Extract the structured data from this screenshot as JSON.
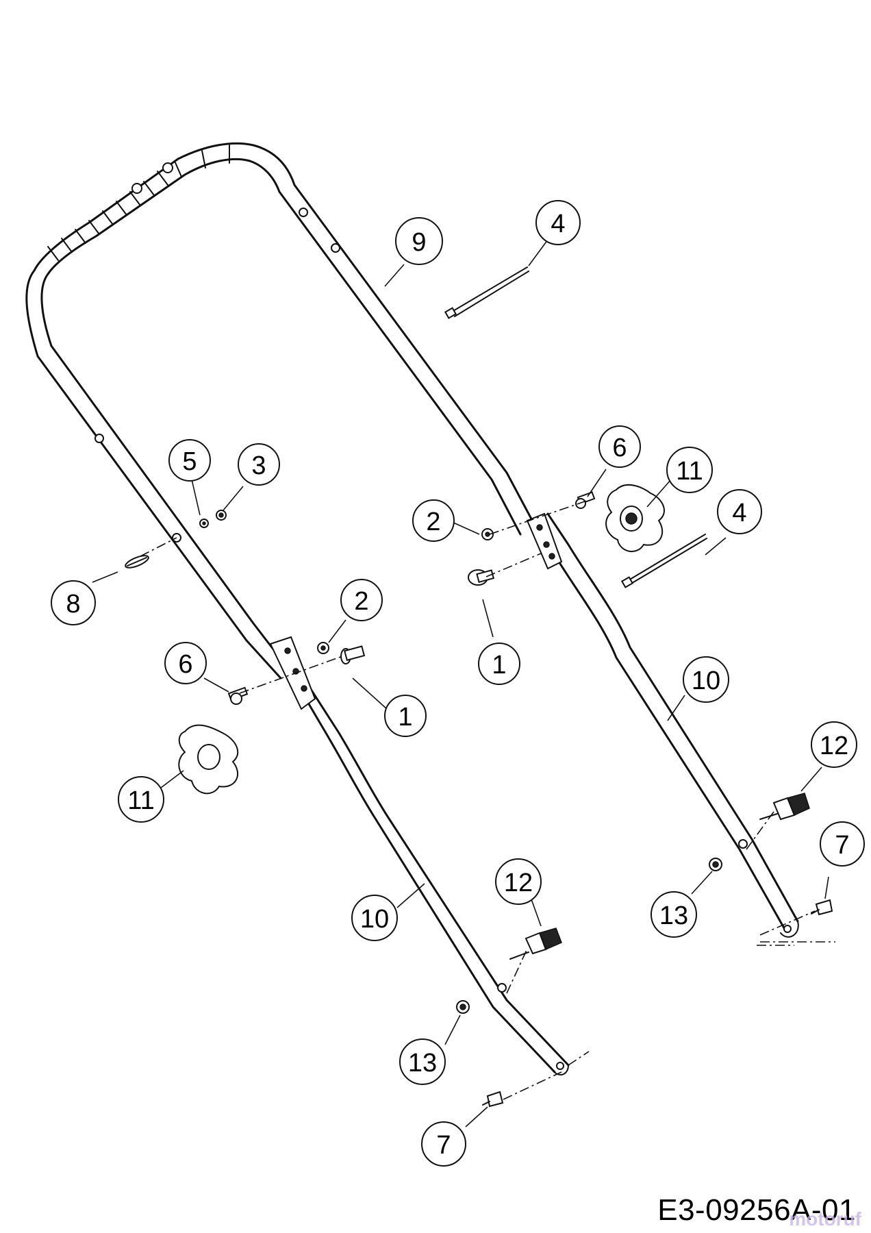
{
  "drawing_code": "E3-09256A-01",
  "watermark": "motoruf",
  "callouts": [
    {
      "id": "c-9-upper",
      "number": "9"
    },
    {
      "id": "c-4-upper",
      "number": "4"
    },
    {
      "id": "c-5",
      "number": "5"
    },
    {
      "id": "c-3",
      "number": "3"
    },
    {
      "id": "c-8",
      "number": "8"
    },
    {
      "id": "c-2-left",
      "number": "2"
    },
    {
      "id": "c-6-left",
      "number": "6"
    },
    {
      "id": "c-1-left",
      "number": "1"
    },
    {
      "id": "c-11-left",
      "number": "11"
    },
    {
      "id": "c-2-right",
      "number": "2"
    },
    {
      "id": "c-1-right",
      "number": "1"
    },
    {
      "id": "c-6-right",
      "number": "6"
    },
    {
      "id": "c-11-right",
      "number": "11"
    },
    {
      "id": "c-4-right",
      "number": "4"
    },
    {
      "id": "c-10-right",
      "number": "10"
    },
    {
      "id": "c-12-right",
      "number": "12"
    },
    {
      "id": "c-7-right",
      "number": "7"
    },
    {
      "id": "c-13-right",
      "number": "13"
    },
    {
      "id": "c-10-left",
      "number": "10"
    },
    {
      "id": "c-12-left",
      "number": "12"
    },
    {
      "id": "c-13-left",
      "number": "13"
    },
    {
      "id": "c-7-left",
      "number": "7"
    }
  ]
}
